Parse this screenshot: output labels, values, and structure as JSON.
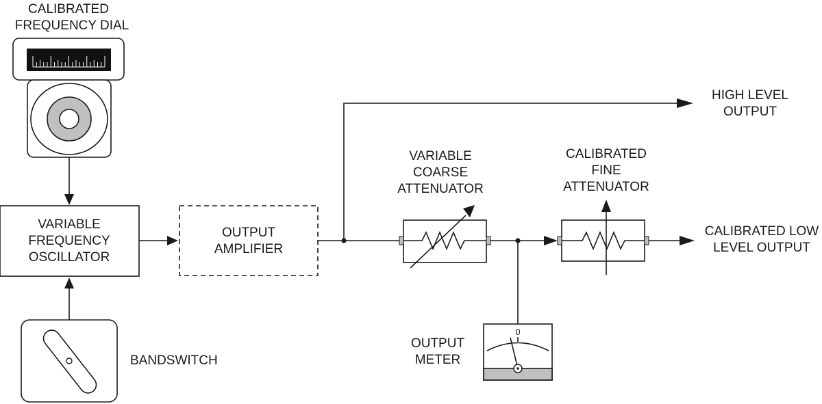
{
  "labels": {
    "dial_line1": "CALIBRATED",
    "dial_line2": "FREQUENCY DIAL",
    "osc_line1": "VARIABLE",
    "osc_line2": "FREQUENCY",
    "osc_line3": "OSCILLATOR",
    "amp_line1": "OUTPUT",
    "amp_line2": "AMPLIFIER",
    "high_line1": "HIGH LEVEL",
    "high_line2": "OUTPUT",
    "coarse_line1": "VARIABLE",
    "coarse_line2": "COARSE",
    "coarse_line3": "ATTENUATOR",
    "fine_line1": "CALIBRATED",
    "fine_line2": "FINE",
    "fine_line3": "ATTENUATOR",
    "low_line1": "CALIBRATED LOW",
    "low_line2": "LEVEL OUTPUT",
    "meter_line1": "OUTPUT",
    "meter_line2": "METER",
    "meter_zero": "0",
    "bandswitch": "BANDSWITCH"
  },
  "colors": {
    "line": "#1a1a1a",
    "dial_window": "#111111",
    "knob_ring": "#c0c0c0",
    "meter_base": "#c0c0c0"
  },
  "icons": [
    "frequency-dial-icon",
    "bandswitch-icon",
    "resistor-icon",
    "meter-icon"
  ]
}
